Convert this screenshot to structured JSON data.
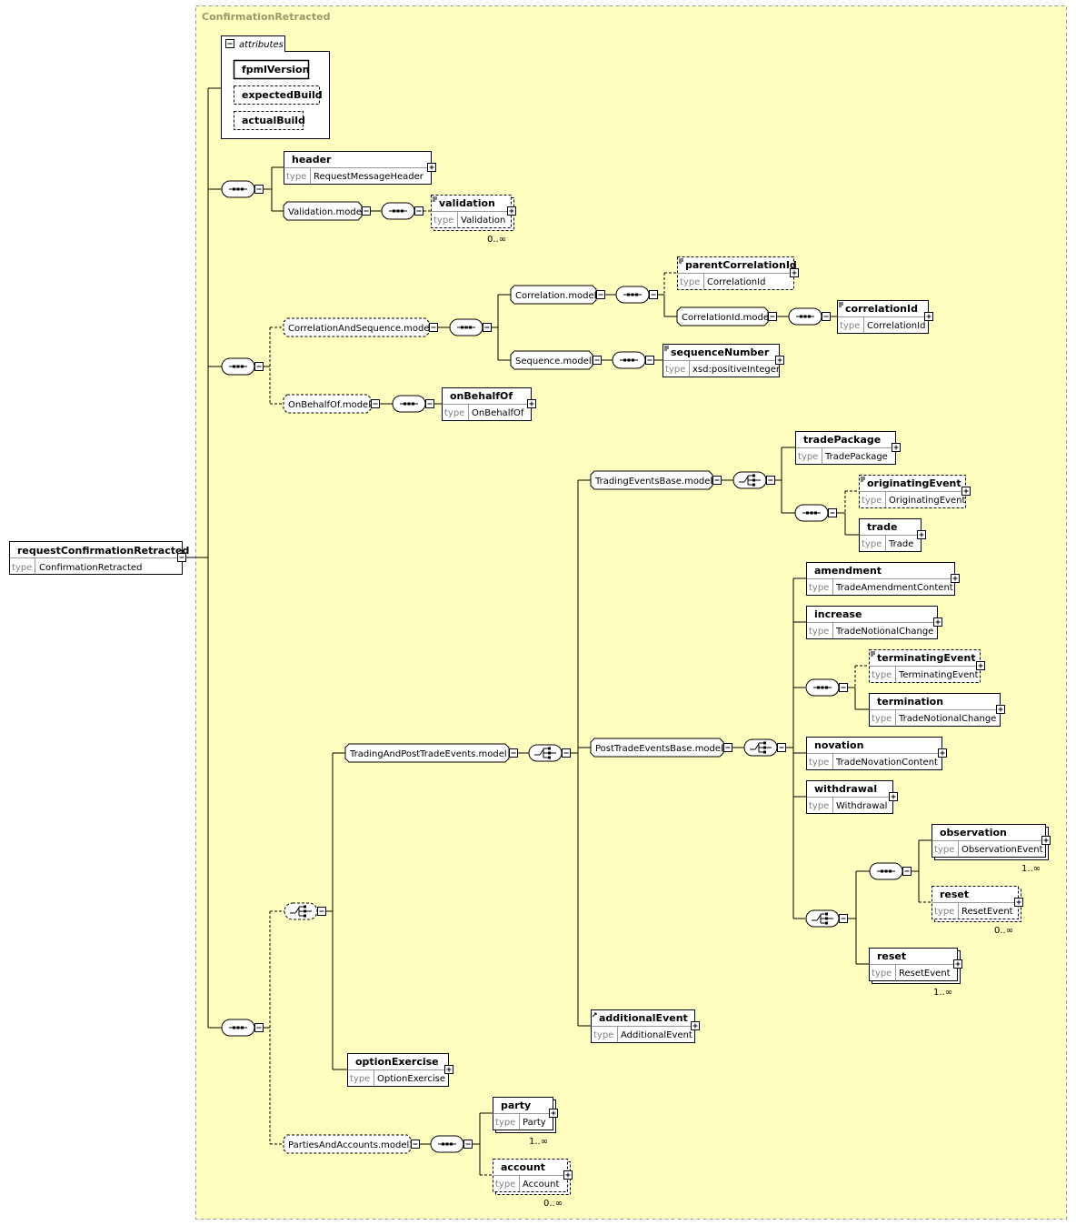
{
  "complex_type": {
    "title": "ConfirmationRetracted"
  },
  "colors": {
    "background": "#ffffc0",
    "border_dashed": "#999999",
    "box_fill": "#ffffff",
    "line": "#000000",
    "title_text": "#999966",
    "type_label": "#808080"
  },
  "root_element": {
    "name": "requestConfirmationRetracted",
    "type_label": "type",
    "type": "ConfirmationRetracted"
  },
  "attributes": {
    "title": "attributes",
    "items": [
      "fpmlVersion",
      "expectedBuild",
      "actualBuild"
    ]
  },
  "groups": {
    "validation_model": "Validation.model",
    "correlation_and_sequence_model": "CorrelationAndSequence.model",
    "correlation_model": "Correlation.model",
    "correlation_id_model": "CorrelationId.model",
    "sequence_model": "Sequence.model",
    "on_behalf_of_model": "OnBehalfOf.model",
    "trading_and_post_trade_events_model": "TradingAndPostTradeEvents.model",
    "trading_events_base_model": "TradingEventsBase.model",
    "post_trade_events_base_model": "PostTradeEventsBase.model",
    "parties_and_accounts_model": "PartiesAndAccounts.model"
  },
  "elements": [
    {
      "name": "header",
      "type": "RequestMessageHeader"
    },
    {
      "name": "validation",
      "type": "Validation",
      "occurs": "0..∞"
    },
    {
      "name": "parentCorrelationId",
      "type": "CorrelationId"
    },
    {
      "name": "correlationId",
      "type": "CorrelationId"
    },
    {
      "name": "sequenceNumber",
      "type": "xsd:positiveInteger"
    },
    {
      "name": "onBehalfOf",
      "type": "OnBehalfOf"
    },
    {
      "name": "tradePackage",
      "type": "TradePackage"
    },
    {
      "name": "originatingEvent",
      "type": "OriginatingEvent"
    },
    {
      "name": "trade",
      "type": "Trade"
    },
    {
      "name": "amendment",
      "type": "TradeAmendmentContent"
    },
    {
      "name": "increase",
      "type": "TradeNotionalChange"
    },
    {
      "name": "terminatingEvent",
      "type": "TerminatingEvent"
    },
    {
      "name": "termination",
      "type": "TradeNotionalChange"
    },
    {
      "name": "novation",
      "type": "TradeNovationContent"
    },
    {
      "name": "withdrawal",
      "type": "Withdrawal"
    },
    {
      "name": "observation",
      "type": "ObservationEvent",
      "occurs": "1..∞"
    },
    {
      "name": "reset",
      "type": "ResetEvent",
      "occurs": "0..∞"
    },
    {
      "name": "reset",
      "type": "ResetEvent",
      "occurs": "1..∞"
    },
    {
      "name": "additionalEvent",
      "type": "AdditionalEvent"
    },
    {
      "name": "optionExercise",
      "type": "OptionExercise"
    },
    {
      "name": "party",
      "type": "Party",
      "occurs": "1..∞"
    },
    {
      "name": "account",
      "type": "Account",
      "occurs": "0..∞"
    }
  ],
  "type_label": "type"
}
